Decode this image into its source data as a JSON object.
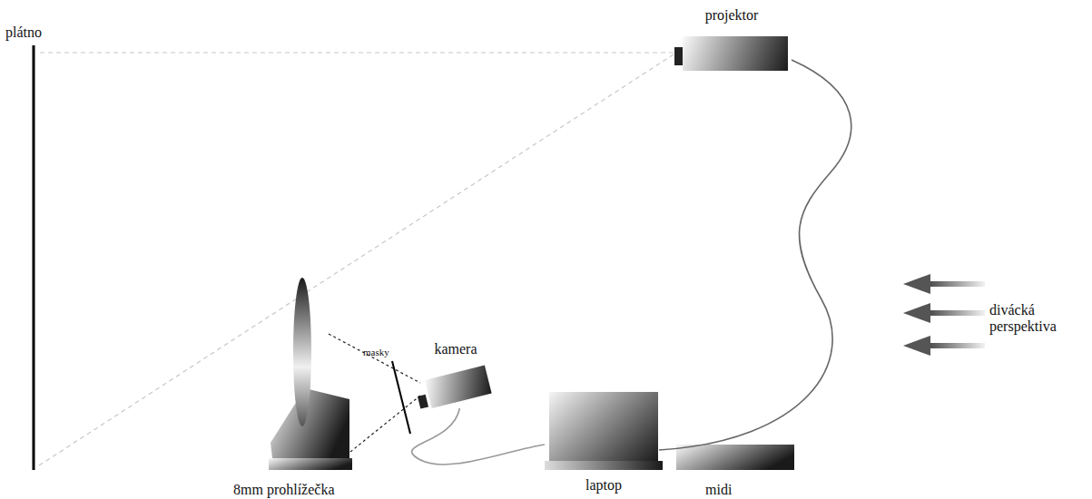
{
  "diagram": {
    "nodes": [
      {
        "text": [
          "projektor"
        ]
      },
      {
        "text": [
          "kamera"
        ]
      },
      {
        "text": [
          "laptop"
        ]
      }
    ],
    "edges": [
      {
        "from": 1,
        "to": 2,
        "arrow": "none"
      },
      {
        "from": 2,
        "to": 0,
        "arrow": "none"
      }
    ],
    "labels": [
      "plátno",
      "masky",
      "8mm prohlížečka",
      "midi",
      "divácká perspektiva"
    ]
  }
}
